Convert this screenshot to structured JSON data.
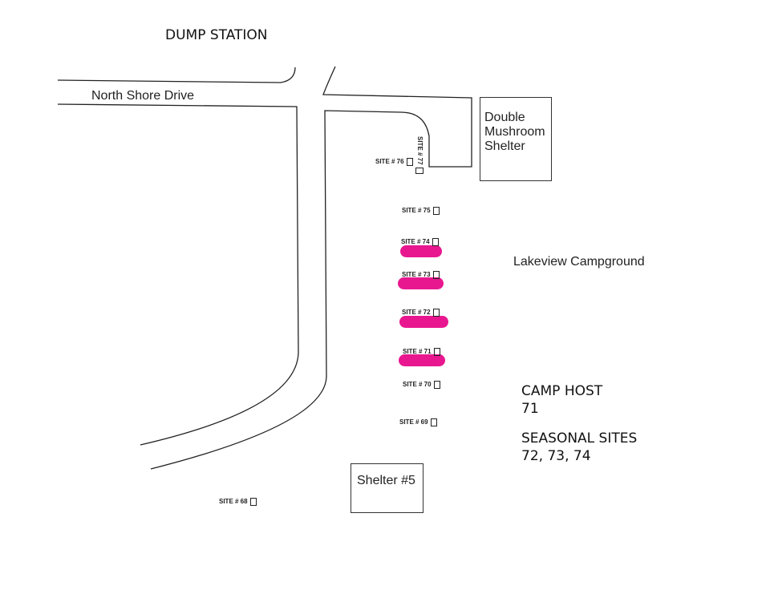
{
  "title": "DUMP STATION",
  "road_label": "North Shore Drive",
  "double_mushroom": [
    "Double",
    "Mushroom",
    "Shelter"
  ],
  "campground": "Lakeview Campground",
  "shelter5": "Shelter #5",
  "sites": {
    "s77": "SITE # 77",
    "s76": "SITE # 76",
    "s75": "SITE # 75",
    "s74": "SITE # 74",
    "s73": "SITE # 73",
    "s72": "SITE # 72",
    "s71": "SITE # 71",
    "s70": "SITE # 70",
    "s69": "SITE # 69",
    "s68": "SITE # 68"
  },
  "legend": {
    "host_title": "CAMP HOST",
    "host_sites": "71",
    "seasonal_title": "SEASONAL SITES",
    "seasonal_sites": "72, 73, 74"
  },
  "colors": {
    "highlight": "#e8178f"
  }
}
